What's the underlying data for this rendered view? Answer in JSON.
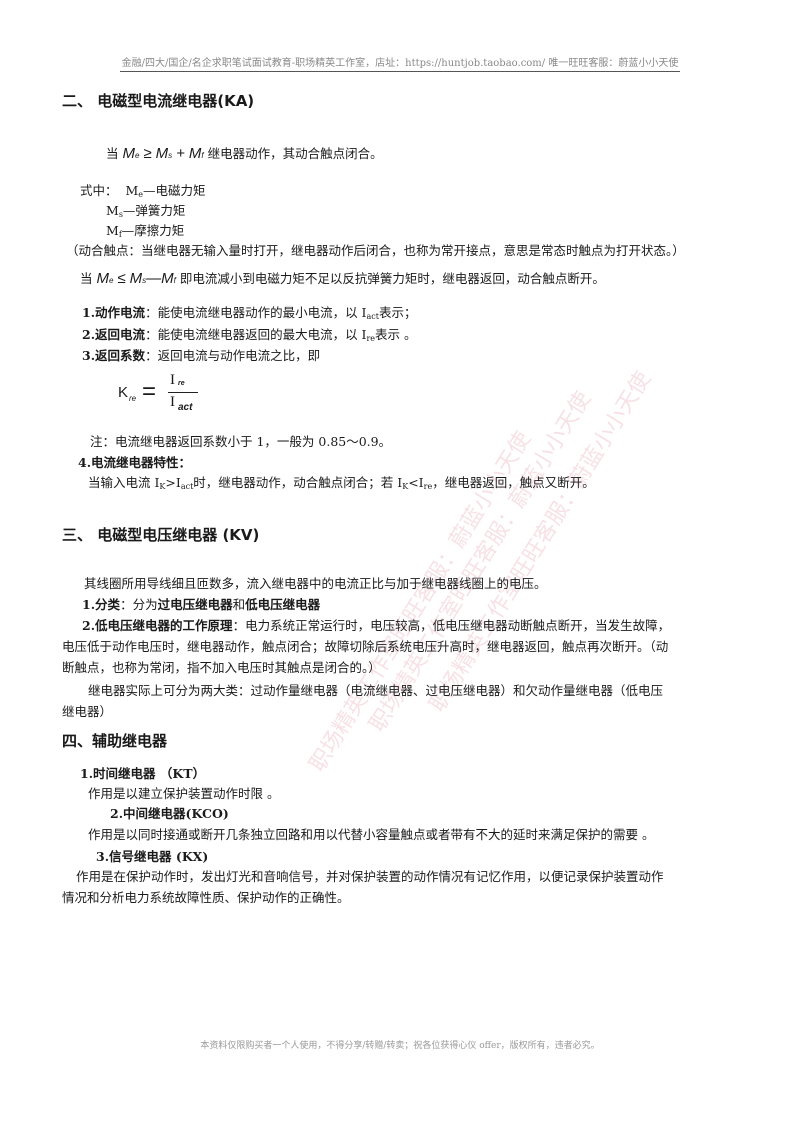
{
  "header": "金融/四大/国企/名企求职笔试面试教育-职场精英工作室，店址：https://huntjob.taobao.com/ 唯一旺旺客服：蔚蓝小小天使",
  "footer": "本资料仅限购买者一个人使用，不得分享/转赠/转卖；祝各位获得心仪 offer，版权所有，违者必究。",
  "watermark": "职场精英工作室旺旺客服：蔚蓝小小天使",
  "sec2": {
    "title": "二、   电磁型电流继电器(KA)",
    "cond1_prefix": "当",
    "cond1_formula": {
      "Me": "M",
      "e": "e",
      "rel": "≥",
      "Ms": "M",
      "s": "s",
      "plus": "+",
      "Mf": "M",
      "f": "f"
    },
    "cond1_text": "继电器动作，其动合触点闭合。",
    "def_label": "式中：",
    "def1_sym": "M",
    "def1_sub": "e",
    "def1_text": "—电磁力矩",
    "def2_sym": "M",
    "def2_sub": "s",
    "def2_text": "—弹簧力矩",
    "def3_sym": "M",
    "def3_sub": "f",
    "def3_text": "—摩擦力矩",
    "note_contact": "（动合触点：当继电器无输入量时打开，继电器动作后闭合，也称为常开接点，意思是常态时触点为打开状态。）",
    "cond2_prefix": "当",
    "cond2_formula": {
      "Me": "M",
      "e": "e",
      "rel": "≤",
      "Ms": "M",
      "s": "s",
      "minus": "—",
      "Mf": "M",
      "f": "f"
    },
    "cond2_text": "即电流减小到电磁力矩不足以反抗弹簧力矩时，继电器返回，动合触点断开。",
    "item1_label": "1.动作电流",
    "item1_text": "：能使电流继电器动作的最小电流，以 I",
    "item1_sub": "act",
    "item1_end": "表示；",
    "item2_label": "2.返回电流",
    "item2_text": "：能使电流继电器返回的最大电流，以 I",
    "item2_sub": "re",
    "item2_end": "表示 。",
    "item3_label": "3.返回系数",
    "item3_text": "：返回电流与动作电流之比，即",
    "frac": {
      "K": "K",
      "Ksub": "re",
      "eq": "=",
      "num": "I",
      "numsub": "re",
      "den": "I",
      "densub": "act"
    },
    "note2": "注：电流继电器返回系数小于 1，一般为 0.85～0.9。",
    "item4_label": "4.电流继电器特性：",
    "item4_text_a": "当输入电流 I",
    "item4_sub_a": "K",
    "item4_text_b": ">I",
    "item4_sub_b": "act",
    "item4_text_c": "时，继电器动作，动合触点闭合；若 I",
    "item4_sub_c": "K",
    "item4_text_d": "<I",
    "item4_sub_d": "re",
    "item4_text_e": "，继电器返回，触点又断开。"
  },
  "sec3": {
    "title": "三、   电磁型电压继电器 (KV)",
    "p1": "其线圈所用导线细且匝数多，流入继电器中的电流正比与加于继电器线圈上的电压。",
    "cls_label": "1.分类",
    "cls_text": "：分为",
    "cls_a": "过电压继电器",
    "cls_and": "和",
    "cls_b": "低电压继电器",
    "low_label": "2.低电压继电器的工作原理",
    "low_l1": "：电力系统正常运行时，电压较高，低电压继电器动断触点断开，当发生故障，",
    "low_l2": "电压低于动作电压时，继电器动作，触点闭合；故障切除后系统电压升高时，继电器返回，触点再次断开。（动",
    "low_l3": "断触点，也称为常闭，指不加入电压时其触点是闭合的。）",
    "p2_l1": "继电器实际上可分为两大类：过动作量继电器（电流继电器、过电压继电器）和欠动作量继电器（低电压",
    "p2_l2": "继电器）"
  },
  "sec4": {
    "title": "四、辅助继电器",
    "t1": "1.时间继电器  （KT）",
    "d1": "作用是以建立保护装置动作时限 。",
    "t2": "2.中间继电器(KCO)",
    "d2": "作用是以同时接通或断开几条独立回路和用以代替小容量触点或者带有不大的延时来满足保护的需要  。",
    "t3": "3.信号继电器  (KX)",
    "d3_l1": "作用是在保护动作时，发出灯光和音响信号，并对保护装置的动作情况有记忆作用，以便记录保护装置动作",
    "d3_l2": "情况和分析电力系统故障性质、保护动作的正确性。"
  }
}
